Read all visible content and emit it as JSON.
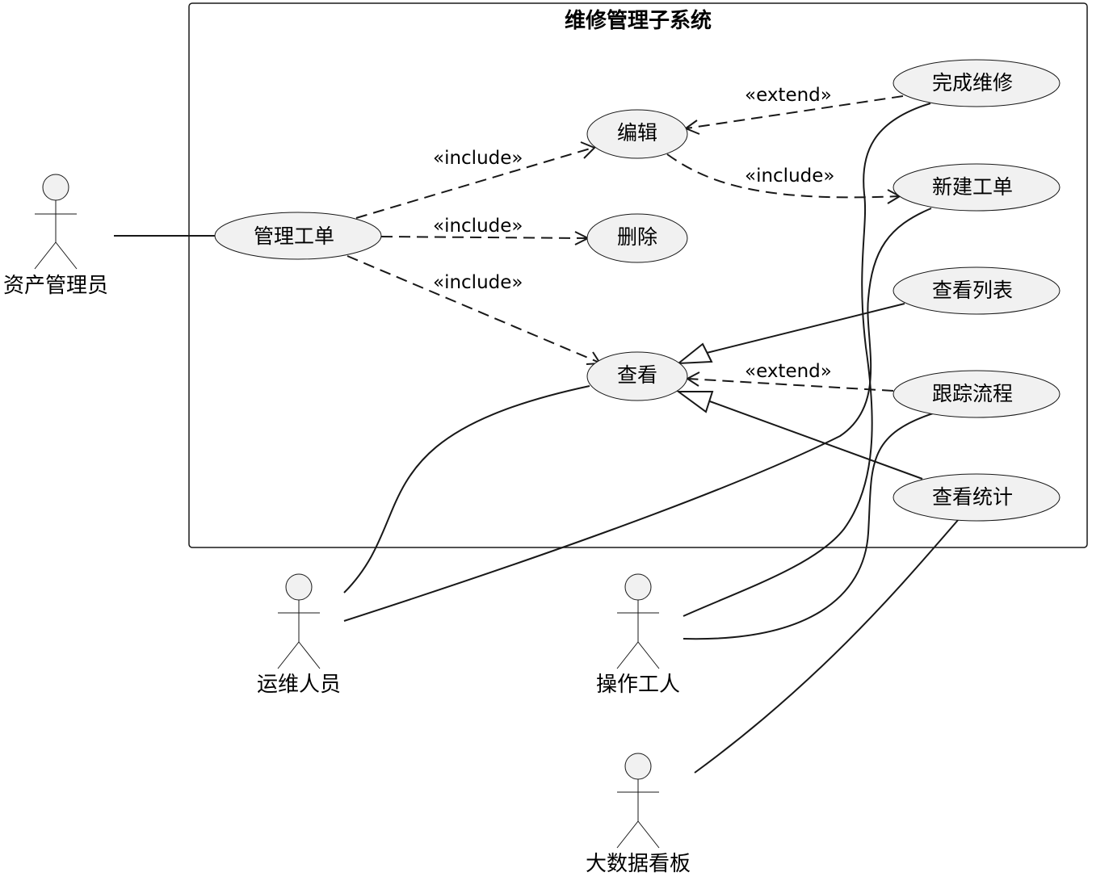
{
  "system": {
    "title": "维修管理子系统"
  },
  "actors": {
    "asset_manager": "资产管理员",
    "ops_staff": "运维人员",
    "operator": "操作工人",
    "dashboard": "大数据看板"
  },
  "usecases": {
    "manage": "管理工单",
    "edit": "编辑",
    "delete": "删除",
    "view": "查看",
    "complete": "完成维修",
    "create": "新建工单",
    "list": "查看列表",
    "track": "跟踪流程",
    "stats": "查看统计"
  },
  "stereotypes": {
    "include_edit": "«include»",
    "include_delete": "«include»",
    "include_view": "«include»",
    "include_create": "«include»",
    "extend_complete": "«extend»",
    "extend_track": "«extend»"
  },
  "colors": {
    "element_fill": "#f1f1f1",
    "line": "#181818"
  }
}
